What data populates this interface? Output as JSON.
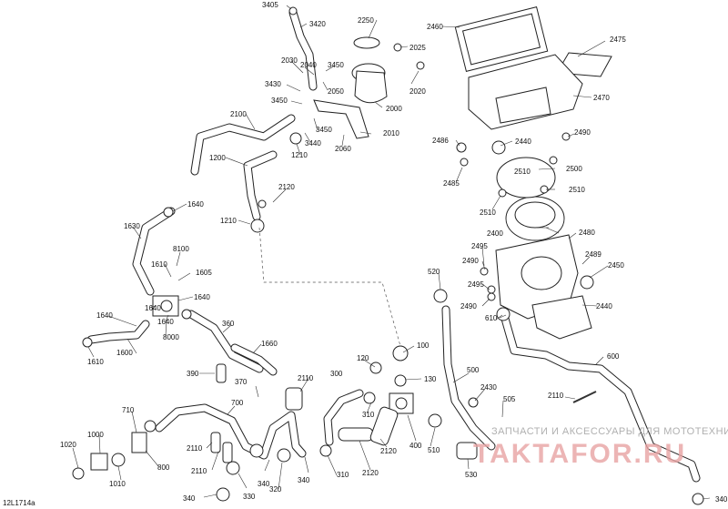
{
  "figure_ref": "12L1714a",
  "watermark": {
    "line1": "ЗАПЧАСТИ И АКСЕССУАРЫ ДЛЯ МОТОТЕХНИКИ",
    "line2": "TAKTAFOR.RU"
  },
  "part_numbers": [
    "3405",
    "3420",
    "2250",
    "2460",
    "2475",
    "2025",
    "2030",
    "2040",
    "3450",
    "2050",
    "2020",
    "2470",
    "3430",
    "2000",
    "3450",
    "2100",
    "3440",
    "3450",
    "2060",
    "2010",
    "2486",
    "2440",
    "2490",
    "1210",
    "1200",
    "2500",
    "2510",
    "2485",
    "2510",
    "2120",
    "2510",
    "1640",
    "1210",
    "2400",
    "1630",
    "2480",
    "8100",
    "2495",
    "2489",
    "1610",
    "1605",
    "2490",
    "2450",
    "520",
    "2495",
    "1640",
    "1640",
    "2490",
    "2440",
    "1640",
    "610",
    "8000",
    "360",
    "1660",
    "600",
    "1600",
    "1610",
    "1640",
    "120",
    "100",
    "390",
    "500",
    "370",
    "130",
    "2110",
    "2110",
    "300",
    "2430",
    "710",
    "700",
    "505",
    "1000",
    "310",
    "800",
    "1020",
    "2120",
    "400",
    "510",
    "2110",
    "1010",
    "2110",
    "340",
    "320",
    "310",
    "530",
    "2120",
    "340",
    "330",
    "340"
  ],
  "leader_note": "---"
}
